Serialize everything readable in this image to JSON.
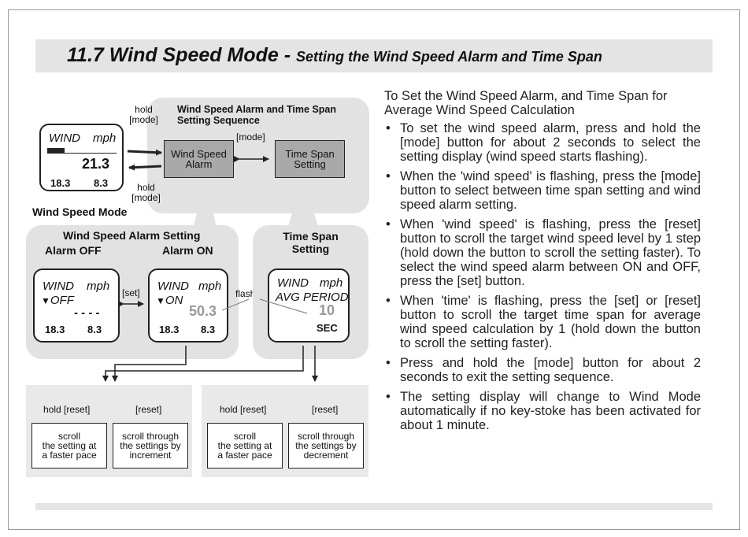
{
  "title": {
    "main": "11.7 Wind Speed Mode - ",
    "sub": "Setting the Wind Speed Alarm and Time Span"
  },
  "sequence": {
    "heading": "Wind Speed Alarm and Time Span Setting Sequence",
    "hold_mode_top": [
      "hold",
      "[mode]"
    ],
    "hold_mode_bottom": [
      "hold",
      "[mode]"
    ],
    "mode_label": "[mode]",
    "wind_speed_alarm": "Wind Speed Alarm",
    "time_span_setting": "Time Span Setting"
  },
  "wind_mode": {
    "caption": "Wind Speed Mode",
    "lcd": {
      "label": "WIND",
      "unit": "mph",
      "value": "21.3",
      "left": "18.3",
      "right": "8.3"
    }
  },
  "alarm_setting": {
    "heading": "Wind Speed Alarm Setting",
    "off_label": "Alarm OFF",
    "on_label": "Alarm ON",
    "set_label": "[set]",
    "off_lcd": {
      "label": "WIND",
      "unit": "mph",
      "state": "OFF",
      "value": "- - - -",
      "left": "18.3",
      "right": "8.3"
    },
    "on_lcd": {
      "label": "WIND",
      "unit": "mph",
      "state": "ON",
      "value": "50.3",
      "left": "18.3",
      "right": "8.3"
    }
  },
  "flash_label": "flash",
  "time_span": {
    "heading": [
      "Time Span",
      "Setting"
    ],
    "lcd": {
      "label": "WIND",
      "unit": "mph",
      "mode": "AVG PERIOD",
      "value": "10",
      "unit2": "SEC"
    }
  },
  "left_actions": {
    "hold_reset": "hold [reset]",
    "reset": "[reset]",
    "scroll_fast": [
      "scroll",
      "the setting at",
      "a faster pace"
    ],
    "scroll_step": [
      "scroll through",
      "the settings by",
      "increment"
    ]
  },
  "right_actions": {
    "hold_reset": "hold [reset]",
    "reset": "[reset]",
    "scroll_fast": [
      "scroll",
      "the setting at",
      "a faster pace"
    ],
    "scroll_step": [
      "scroll through",
      "the settings by",
      "decrement"
    ]
  },
  "instructions": {
    "intro": "To Set the Wind Speed Alarm, and Time Span for Average Wind Speed Calculation",
    "bullets": [
      "To set the wind speed alarm, press and hold the [mode] button for about 2 seconds to select the setting display (wind speed starts flashing).",
      "When the 'wind speed' is flashing, press the [mode] button to select between time span setting and wind speed alarm setting.",
      "When 'wind speed' is flashing, press the [reset] button to scroll the target wind speed level by 1 step (hold down the button to scroll the setting faster). To select the wind speed alarm between ON and OFF, press the [set] button.",
      "When 'time' is flashing, press the [set] or [reset] button to scroll the target time span for average wind speed calculation by 1 (hold down the button to scroll the setting faster).",
      "Press and hold the [mode] button for about 2 seconds to exit the setting sequence.",
      "The setting display will change to Wind Mode automatically if no key-stoke has been activated for about 1 minute."
    ],
    "bullet_char": "•"
  }
}
